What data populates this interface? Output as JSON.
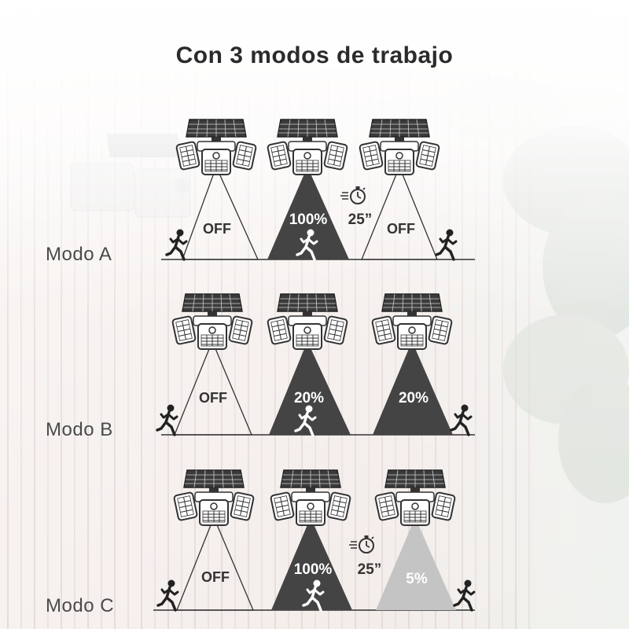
{
  "title": "Con 3 modos de trabajo",
  "modes": [
    {
      "label": "Modo A",
      "lamps": [
        {
          "state": "OFF",
          "filled": false
        },
        {
          "state": "100%",
          "filled": true,
          "shade": "#444444"
        },
        {
          "state": "OFF",
          "filled": false
        }
      ],
      "timer": "25”"
    },
    {
      "label": "Modo B",
      "lamps": [
        {
          "state": "OFF",
          "filled": false
        },
        {
          "state": "20%",
          "filled": true,
          "shade": "#444444"
        },
        {
          "state": "20%",
          "filled": true,
          "shade": "#444444"
        }
      ]
    },
    {
      "label": "Modo C",
      "lamps": [
        {
          "state": "OFF",
          "filled": false
        },
        {
          "state": "100%",
          "filled": true,
          "shade": "#444444"
        },
        {
          "state": "5%",
          "filled": true,
          "shade": "#c4c4c4"
        }
      ],
      "timer": "25”"
    }
  ],
  "icons": [
    "solar-lamp-icon",
    "running-person-icon",
    "stopwatch-icon"
  ],
  "colors": {
    "title": "#2b2b2b",
    "label": "#4a4a4a",
    "beam_dark": "#444444",
    "beam_light": "#c4c4c4",
    "line": "#333333"
  }
}
